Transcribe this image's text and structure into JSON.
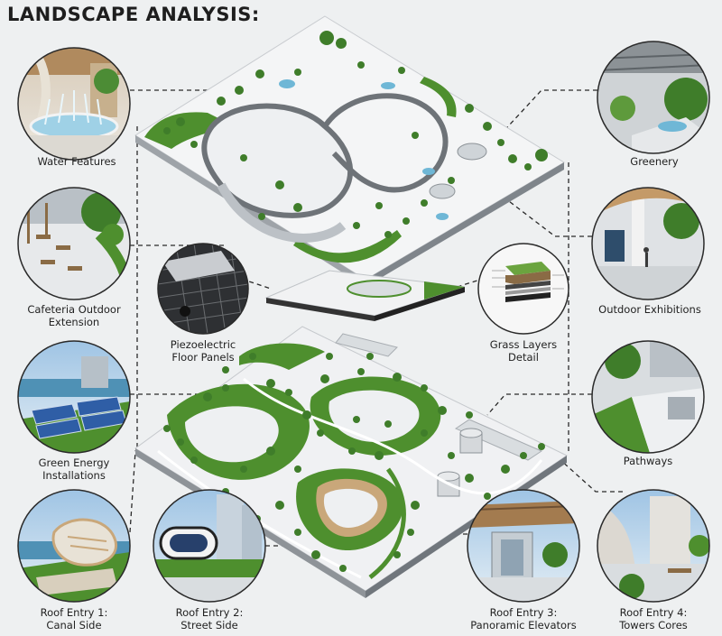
{
  "title": "LANDSCAPE ANALYSIS:",
  "callouts": {
    "water_features": "Water Features",
    "greenery": "Greenery",
    "cafeteria_line1": "Cafeteria Outdoor",
    "cafeteria_line2": "Extension",
    "outdoor_exhibitions": "Outdoor Exhibitions",
    "piezo_line1": "Piezoelectric",
    "piezo_line2": "Floor Panels",
    "grass_line1": "Grass Layers",
    "grass_line2": "Detail",
    "green_energy_line1": "Green Energy",
    "green_energy_line2": "Installations",
    "pathways": "Pathways",
    "roof1_line1": "Roof Entry 1:",
    "roof1_line2": "Canal Side",
    "roof2_line1": "Roof Entry 2:",
    "roof2_line2": "Street Side",
    "roof3_line1": "Roof Entry 3:",
    "roof3_line2": "Panoramic Elevators",
    "roof4_line1": "Roof Entry 4:",
    "roof4_line2": "Towers Cores"
  },
  "colors": {
    "grass": "#4e8f2e",
    "tree": "#3f7d2a",
    "path": "#d9dde0",
    "water": "#6fb7d6",
    "wood": "#c9a77a",
    "line": "#2a2a2a"
  }
}
